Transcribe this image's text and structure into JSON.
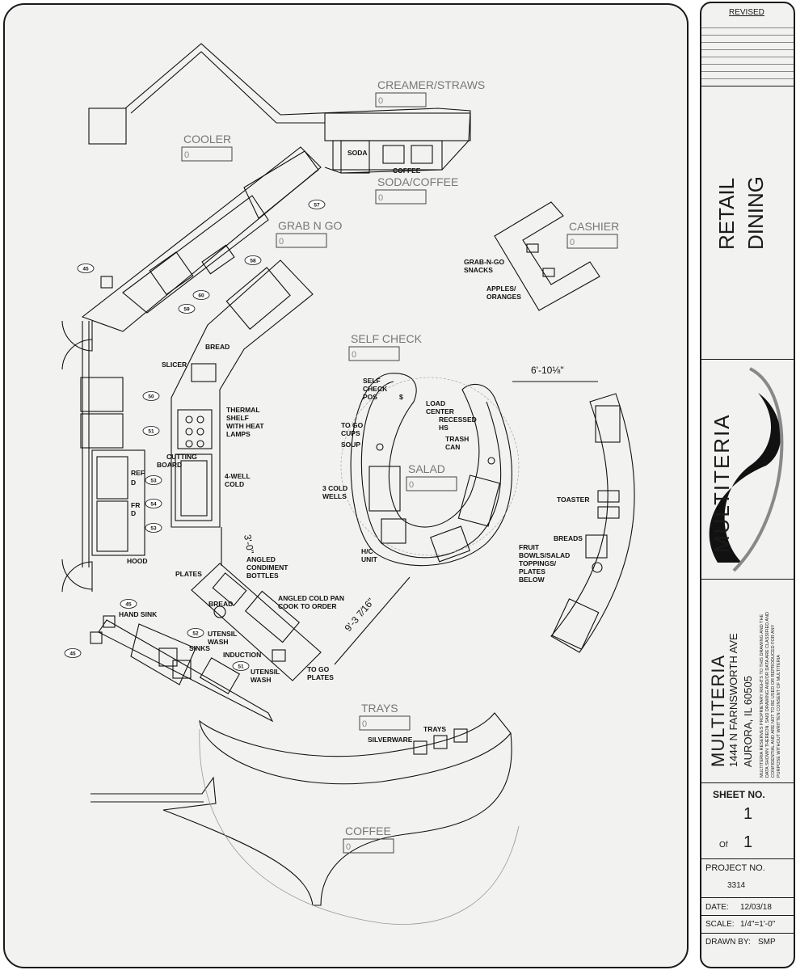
{
  "zones": {
    "creamer": {
      "label": "CREAMER/STRAWS",
      "tag": "0"
    },
    "cooler": {
      "label": "COOLER",
      "tag": "0"
    },
    "soda_coffee": {
      "label": "SODA/COFFEE",
      "tag": "0"
    },
    "grab_n_go": {
      "label": "GRAB N GO",
      "tag": "0"
    },
    "cashier": {
      "label": "CASHIER",
      "tag": "0"
    },
    "self_check": {
      "label": "SELF CHECK",
      "tag": "0"
    },
    "salad": {
      "label": "SALAD",
      "tag": "0"
    },
    "trays": {
      "label": "TRAYS",
      "tag": "0"
    },
    "coffee": {
      "label": "COFFEE",
      "tag": "0"
    }
  },
  "labels": {
    "soda": "SODA",
    "coffee": "COFFEE",
    "grab_snacks_1": "GRAB-N-GO",
    "grab_snacks_2": "SNACKS",
    "apples_1": "APPLES/",
    "apples_2": "ORANGES",
    "bread": "BREAD",
    "slicer": "SLICER",
    "thermal_1": "THERMAL",
    "thermal_2": "SHELF",
    "thermal_3": "WITH HEAT",
    "thermal_4": "LAMPS",
    "cutting_1": "CUTTING",
    "cutting_2": "BOARD",
    "well_1": "4-WELL",
    "well_2": "COLD",
    "ref_1": "REF",
    "ref_2": "D",
    "fr_1": "FR",
    "fr_2": "D",
    "hood": "HOOD",
    "pos_1": "SELF",
    "pos_2": "CHECK",
    "pos_3": "POS",
    "load_1": "LOAD",
    "load_2": "CENTER",
    "recess_1": "RECESSED",
    "recess_2": "HS",
    "trash_1": "TRASH",
    "trash_2": "CAN",
    "cups_1": "TO GO",
    "cups_2": "CUPS",
    "soup": "SOUP",
    "wells_1": "3 COLD",
    "wells_2": "WELLS",
    "hc_1": "H/C",
    "hc_2": "UNIT",
    "toaster": "TOASTER",
    "breads": "BREADS",
    "fruit_1": "FRUIT",
    "fruit_2": "BOWLS/SALAD",
    "fruit_3": "TOPPINGS/",
    "fruit_4": "PLATES",
    "fruit_5": "BELOW",
    "plates": "PLATES",
    "condiment_1": "ANGLED",
    "condiment_2": "CONDIMENT",
    "condiment_3": "BOTTLES",
    "coldpan_1": "ANGLED COLD PAN",
    "coldpan_2": "COOK TO ORDER",
    "bread2": "BREAD",
    "handsink": "HAND SINK",
    "utensil_1": "UTENSIL",
    "utensil_2": "WASH",
    "sinks": "SINKS",
    "induction": "INDUCTION",
    "utensil2_1": "UTENSIL",
    "utensil2_2": "WASH",
    "togoplates_1": "TO GO",
    "togoplates_2": "PLATES",
    "silverware": "SILVERWARE",
    "trays_label": "TRAYS",
    "dollar": "$"
  },
  "callouts": [
    "57",
    "45",
    "58",
    "60",
    "59",
    "50",
    "51",
    "53",
    "54",
    "53",
    "45",
    "52",
    "45",
    "51"
  ],
  "dimensions": {
    "d1": "6'-10⅛\"",
    "d2": "3'-0\"",
    "d3": "9'-3 7⁄16\""
  },
  "title_block": {
    "revised": "REVISED",
    "project_1": "RETAIL",
    "project_2": "DINING",
    "logo_text": "MULTITERIA",
    "company": "MULTITERIA",
    "address_1": "1444 N FARNSWORTH AVE",
    "address_2": "AURORA, IL 60505",
    "disclaimer": [
      "MULTITERIA RESERVES PROPRIETARY RIGHTS TO THIS DRAWING AND THE",
      "DATA SHOWN THEREON. SAID DRAWING AND/OR DATA ARE CLASSIFIED AND",
      "CONFIDENTIAL AND ARE NOT TO BE USED OR REPRODUCED FOR ANY",
      "PURPOSE WITHOUT WRITTEN CONSENT OF MULTITERIA"
    ],
    "sheet_label": "SHEET NO.",
    "sheet_no": "1",
    "of_label": "Of",
    "of_no": "1",
    "project_label": "PROJECT NO.",
    "project_no": "3314",
    "date_label": "DATE:",
    "date": "12/03/18",
    "scale_label": "SCALE:",
    "scale": "1/4\"=1'-0\"",
    "drawn_label": "DRAWN BY:",
    "drawn": "SMP"
  }
}
